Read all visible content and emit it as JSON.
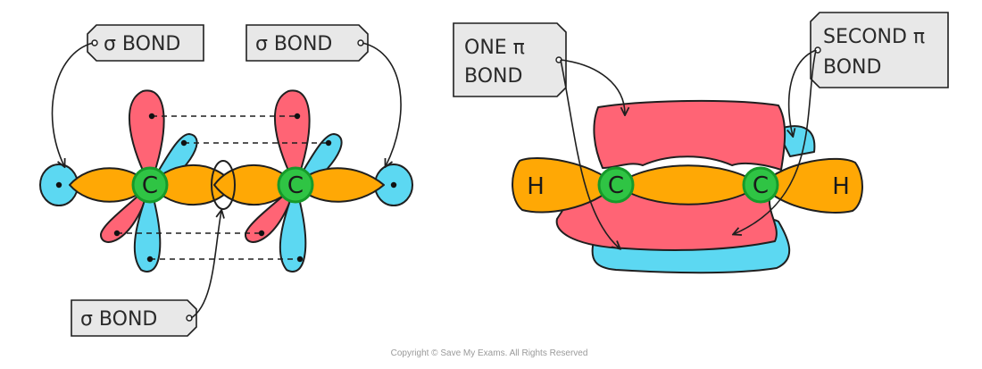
{
  "colors": {
    "sp2_orbital": "#ffa805",
    "p_orbital_red": "#ff6475",
    "s_orbital_blue": "#5cd8f2",
    "carbon_fill": "#2fc444",
    "carbon_ring": "#169a2a",
    "tag_fill": "#e8e8e8",
    "outline": "#1f1f1f"
  },
  "left_diagram": {
    "labels": {
      "sigma_top_left": "σ BOND",
      "sigma_top_right": "σ BOND",
      "sigma_bottom": "σ BOND"
    },
    "atoms": {
      "carbon_1": "C",
      "carbon_2": "C"
    }
  },
  "right_diagram": {
    "labels": {
      "pi_one_line1": "ONE π",
      "pi_one_line2": "BOND",
      "pi_second_line1": "SECOND π",
      "pi_second_line2": "BOND"
    },
    "atoms": {
      "hydrogen_left": "H",
      "carbon_1": "C",
      "carbon_2": "C",
      "hydrogen_right": "H"
    }
  },
  "footer": {
    "copyright": "Copyright © Save My Exams. All Rights Reserved"
  }
}
